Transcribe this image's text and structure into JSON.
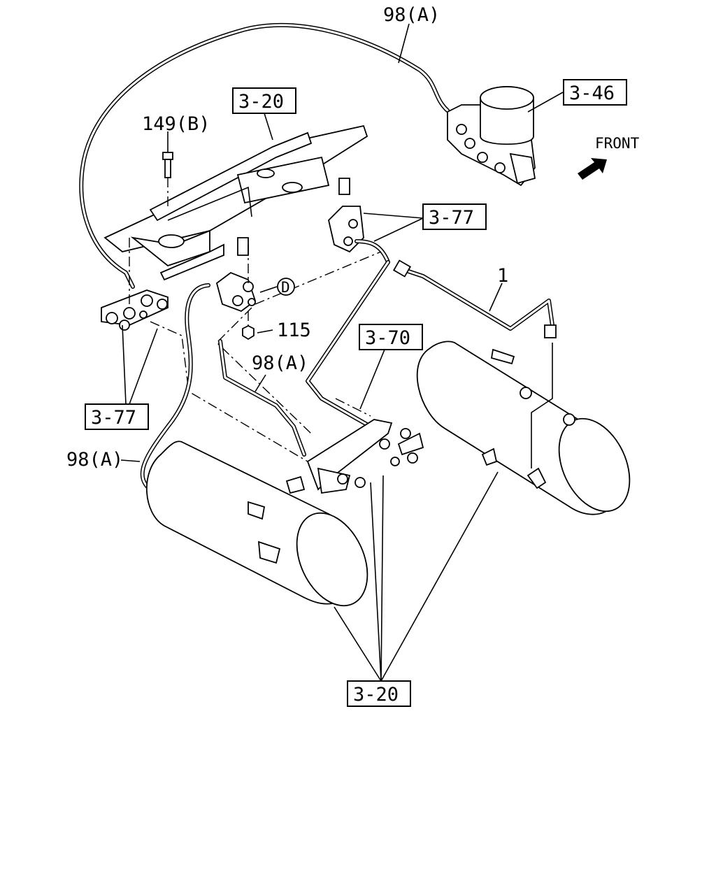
{
  "labels": {
    "top_pipe": "98(A)",
    "bolt": "149(B)",
    "dryer_ref": "3-46",
    "bracket_ref": "3-20",
    "front": "FRONT",
    "valve_ref_right": "3-77",
    "marker": "D",
    "pipe_1": "1",
    "nut": "115",
    "mid_pipe": "98(A)",
    "valve_ref_tank": "3-70",
    "valve_ref_left": "3-77",
    "left_pipe": "98(A)",
    "tank_ref": "3-20"
  }
}
